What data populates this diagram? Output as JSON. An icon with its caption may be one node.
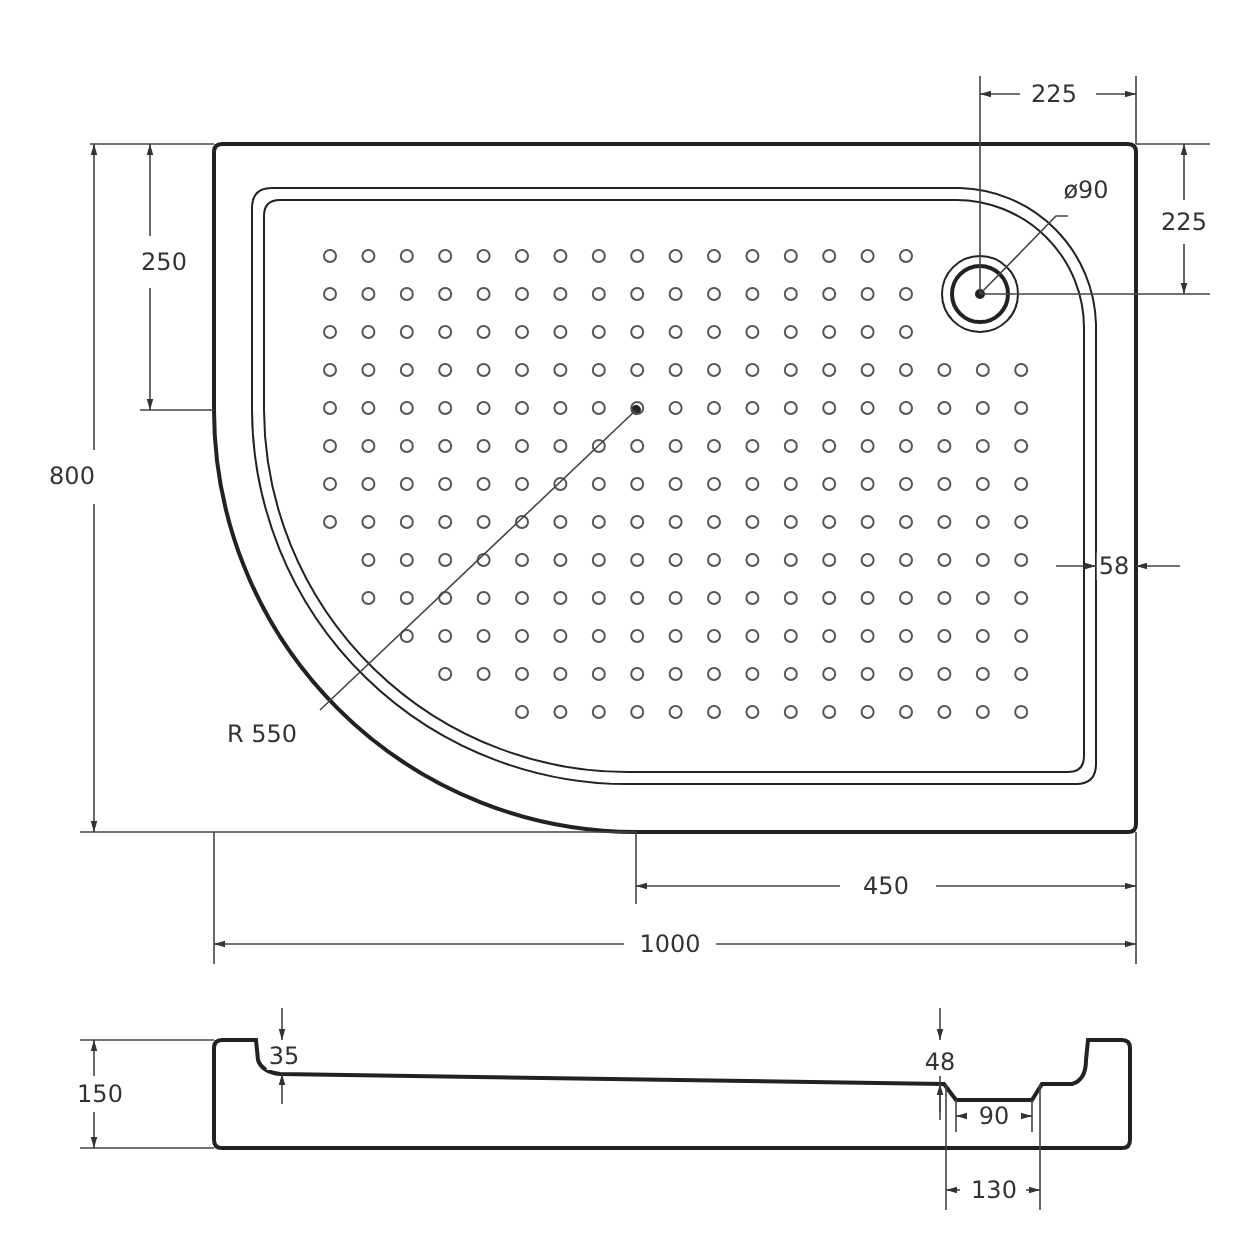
{
  "diagram": {
    "labels": [
      "225",
      "ø90",
      "225",
      "250",
      "800",
      "58",
      "R 550",
      "450",
      "1000",
      "35",
      "48",
      "150",
      "90",
      "130"
    ]
  }
}
